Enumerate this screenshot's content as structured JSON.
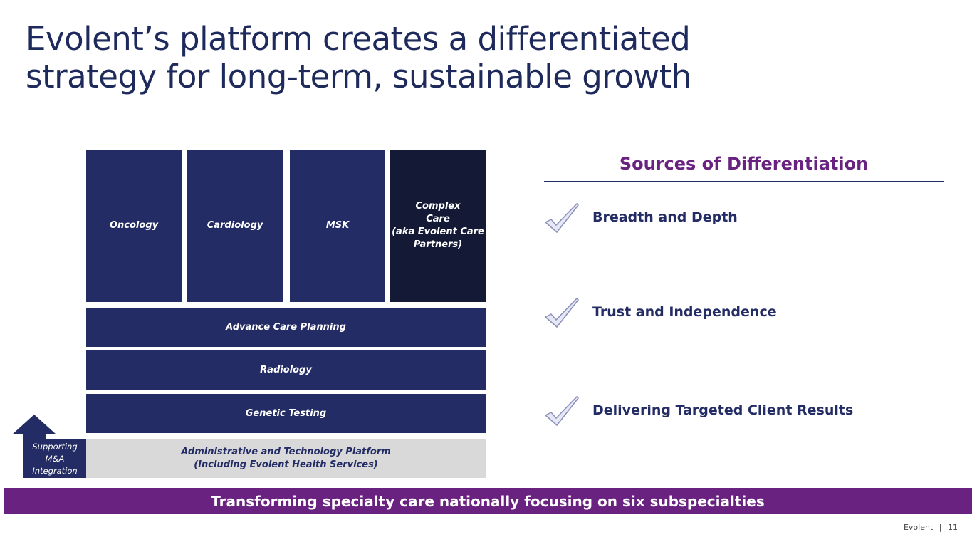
{
  "title": "Evolent’s platform creates a differentiated strategy for long-term, sustainable growth",
  "pillars": [
    "Oncology",
    "Cardiology",
    "MSK"
  ],
  "complex_care": [
    "Complex",
    "Care",
    "(aka Evolent Care",
    "Partners)"
  ],
  "layers": [
    "Advance Care Planning",
    "Radiology",
    "Genetic Testing"
  ],
  "platform": [
    "Administrative and Technology Platform",
    "(Including Evolent Health Services)"
  ],
  "supporting": [
    "Supporting",
    "M&A",
    "Integration"
  ],
  "differentiation": {
    "heading": "Sources of Differentiation",
    "items": [
      "Breadth and Depth",
      "Trust and Independence",
      "Delivering Targeted Client Results"
    ]
  },
  "banner": "Transforming specialty care nationally focusing on six subspecialties",
  "footer": {
    "brand": "Evolent",
    "separator": "|",
    "page": "11"
  }
}
